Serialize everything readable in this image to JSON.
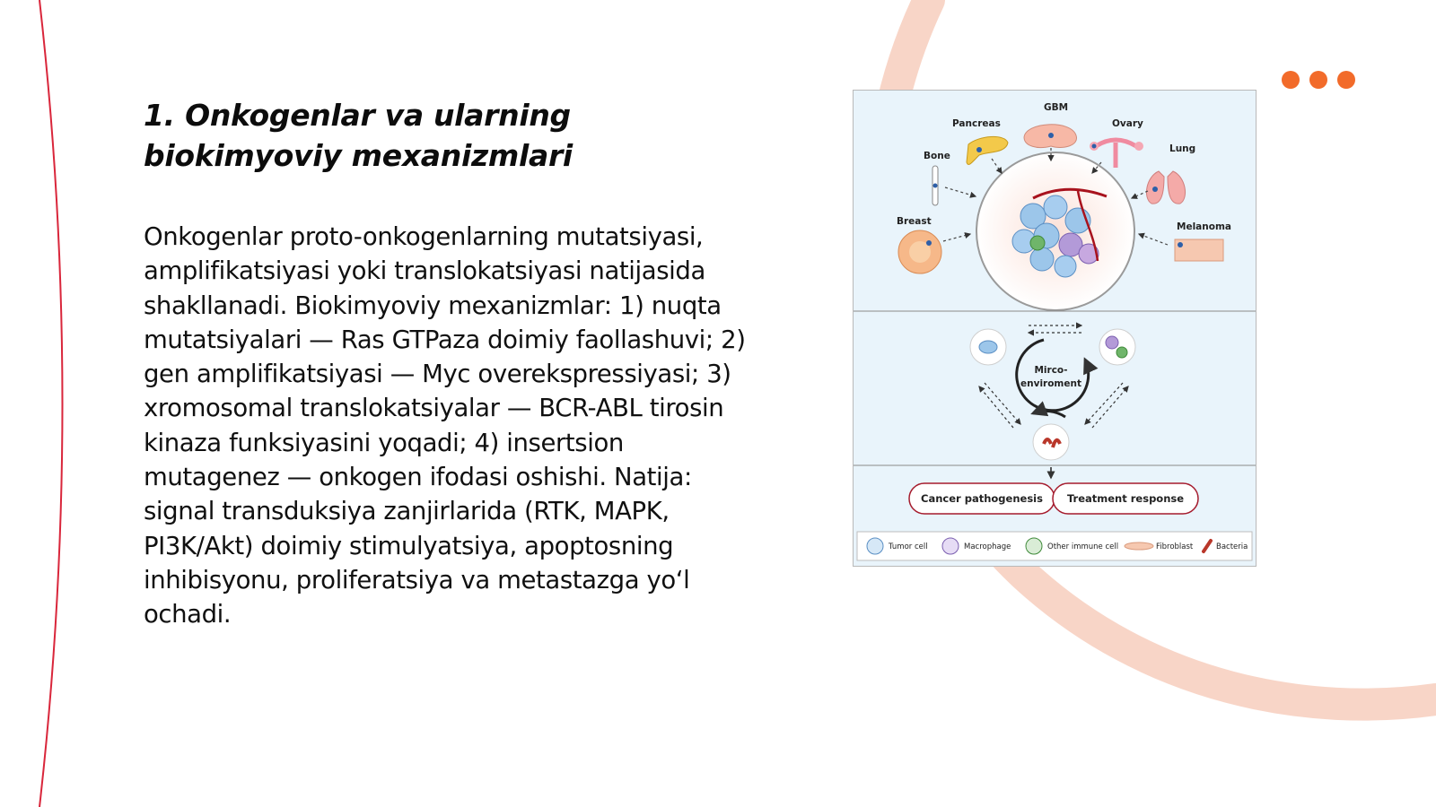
{
  "slide": {
    "title": "1. Onkogenlar va ularning biokimyoviy mexanizmlari",
    "body": "Onkogenlar proto-onkogenlarning mutatsiyasi, amplifikatsiyasi yoki translokatsiyasi natijasida shakllanadi. Biokimyoviy mexanizmlar: 1) nuqta mutatsiyalari — Ras GTPaza doimiy faollashuvi; 2) gen amplifikatsiyasi — Myc overekspressiyasi; 3) xromosomal translokatsiyalar — BCR-ABL tirosin kinaza funksiyasini yoqadi; 4) insertsion mutagenez — onkogen ifodasi oshishi. Natija: signal transduksiya zanjirlarida (RTK, MAPK, PI3K/Akt) doimiy stimulyatsiya, apoptosning inhibisyonu, proliferatsiya va metastazga yo‘l ochadi."
  },
  "figure": {
    "organs": {
      "gbm": "GBM",
      "pancreas": "Pancreas",
      "ovary": "Ovary",
      "bone": "Bone",
      "lung": "Lung",
      "breast": "Breast",
      "melanoma": "Melanoma"
    },
    "microenv": {
      "line1": "Mirco-",
      "line2": "enviroment"
    },
    "outcomes": {
      "left": "Cancer pathogenesis",
      "right": "Treatment response"
    },
    "legend": {
      "tumor": "Tumor cell",
      "macrophage": "Macrophage",
      "immune": "Other immune cell",
      "fibroblast": "Fibroblast",
      "bacteria": "Bacteria"
    }
  },
  "colors": {
    "accent_dots": "#f26b2a",
    "arc": "#f5c7b4",
    "left_curve": "#d9263b",
    "figure_bg": "#e9f4fb"
  }
}
